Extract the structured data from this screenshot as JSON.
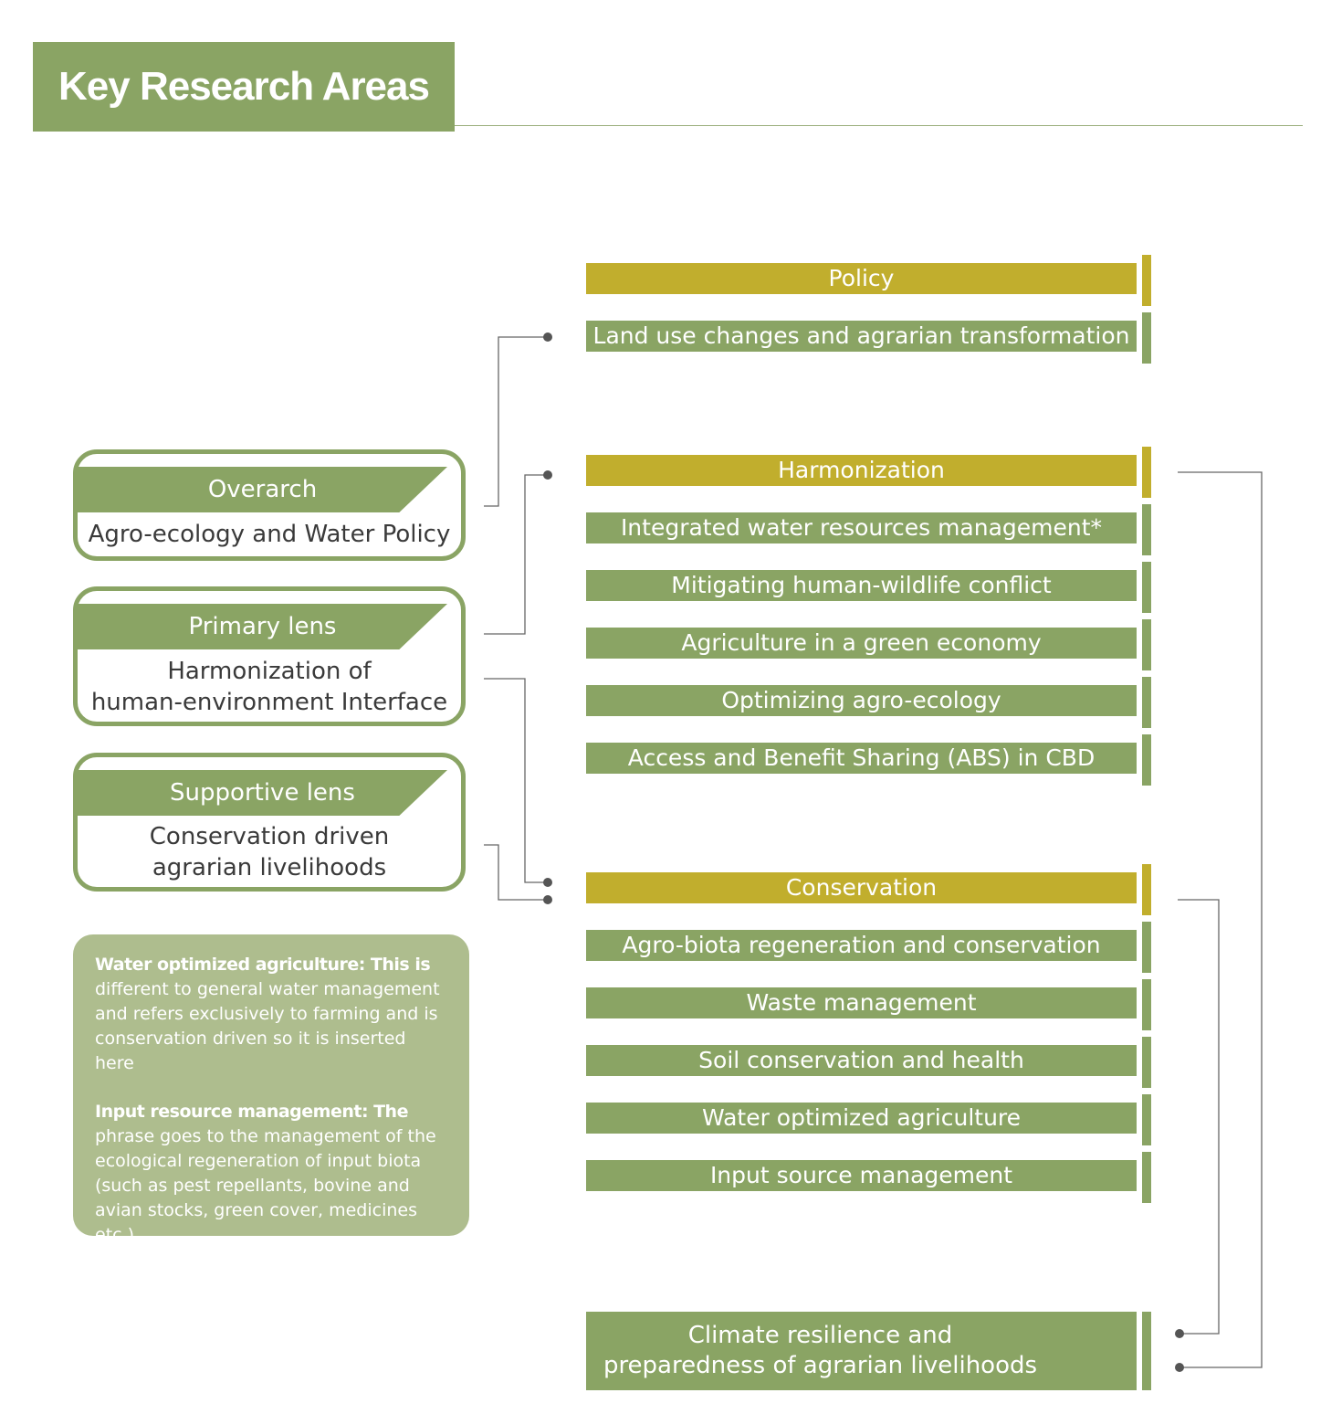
{
  "title": "Key Research Areas",
  "lenses": [
    {
      "heading": "Overarch",
      "body": "Agro-ecology and Water Policy"
    },
    {
      "heading": "Primary lens",
      "body_lines": [
        "Harmonization of",
        "human-environment Interface"
      ]
    },
    {
      "heading": "Supportive lens",
      "body_lines": [
        "Conservation driven",
        "agrarian livelihoods"
      ]
    }
  ],
  "note": {
    "p1_bold": "Water optimized agriculture:",
    "p1_bold2": "This is",
    "p1_text": "different to general water management and refers exclusively to farming and is conservation driven so it is inserted here",
    "p2_bold": "Input resource management:",
    "p2_bold2": "The",
    "p2_text": "phrase goes to the management of the ecological regeneration of input biota (such as pest repellants, bovine and avian stocks, green cover, medicines etc.)"
  },
  "groups": [
    {
      "heading": "Policy",
      "items": [
        "Land use changes and agrarian transformation"
      ]
    },
    {
      "heading": "Harmonization",
      "items": [
        "Integrated water resources management*",
        "Mitigating  human-wildlife conflict",
        "Agriculture in a green economy",
        "Optimizing agro-ecology",
        "Access and Benefit Sharing (ABS) in CBD"
      ]
    },
    {
      "heading": "Conservation",
      "items": [
        "Agro-biota regeneration and conservation",
        "Waste management",
        "Soil conservation and health",
        "Water optimized agriculture",
        "Input  source  management"
      ]
    }
  ],
  "outcome_lines": [
    "Climate resilience and",
    "preparedness of agrarian livelihoods"
  ],
  "colors": {
    "green": "#8aa464",
    "gold": "#c1ae2d",
    "note": "#aebd8e",
    "line": "#666666",
    "dot": "#555555"
  }
}
